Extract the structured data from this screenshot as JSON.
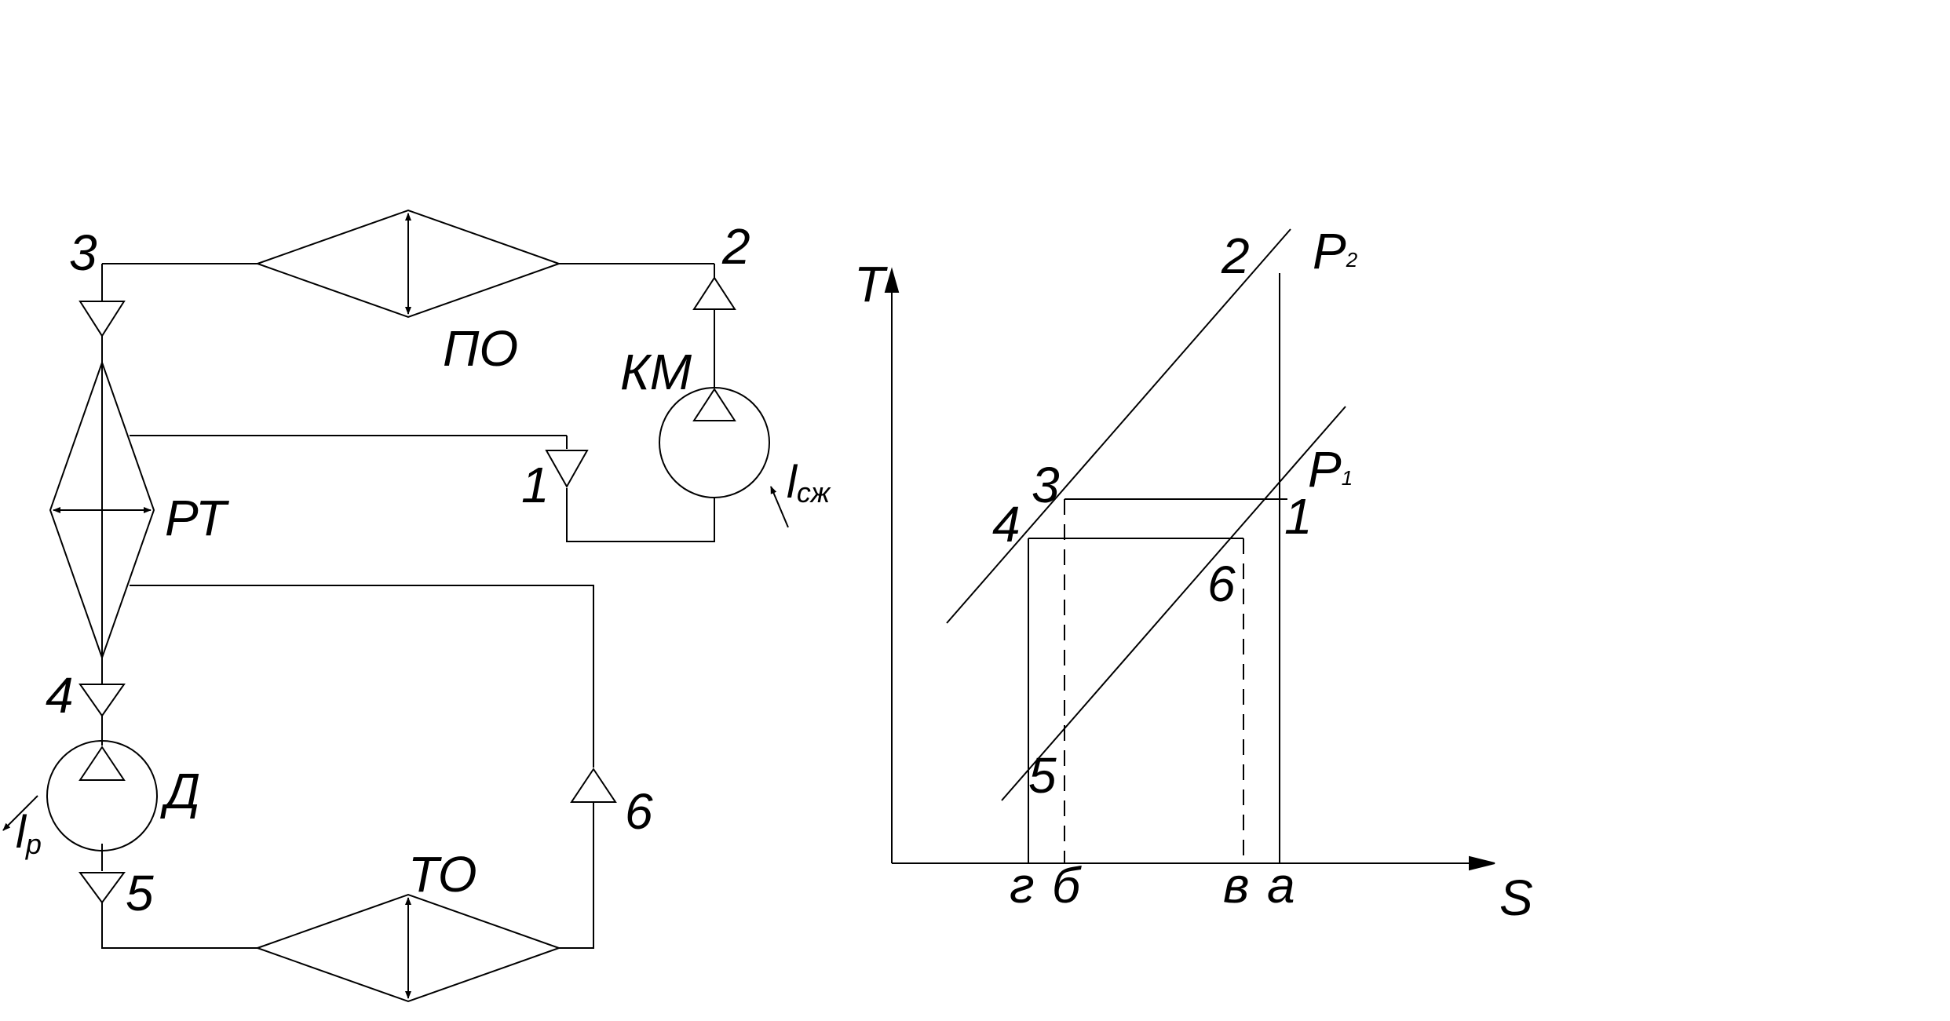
{
  "scheme": {
    "points": {
      "p1": "1",
      "p2": "2",
      "p3": "3",
      "p4": "4",
      "p5": "5",
      "p6": "6"
    },
    "components": {
      "po": "ПО",
      "km": "КМ",
      "rt": "РТ",
      "d": "Д",
      "to": "ТО"
    },
    "work": {
      "compressor_main": "l",
      "compressor_sub": "сж",
      "expander_main": "l",
      "expander_sub": "р"
    }
  },
  "ts_diagram": {
    "axes": {
      "y": "T",
      "x": "S"
    },
    "isobars": {
      "high": {
        "main": "P",
        "sub": "2"
      },
      "low": {
        "main": "P",
        "sub": "1"
      }
    },
    "points": {
      "p1": "1",
      "p2": "2",
      "p3": "3",
      "p4": "4",
      "p5": "5",
      "p6": "6"
    },
    "s_ticks": {
      "g": "г",
      "b": "б",
      "v": "в",
      "a": "а"
    }
  }
}
